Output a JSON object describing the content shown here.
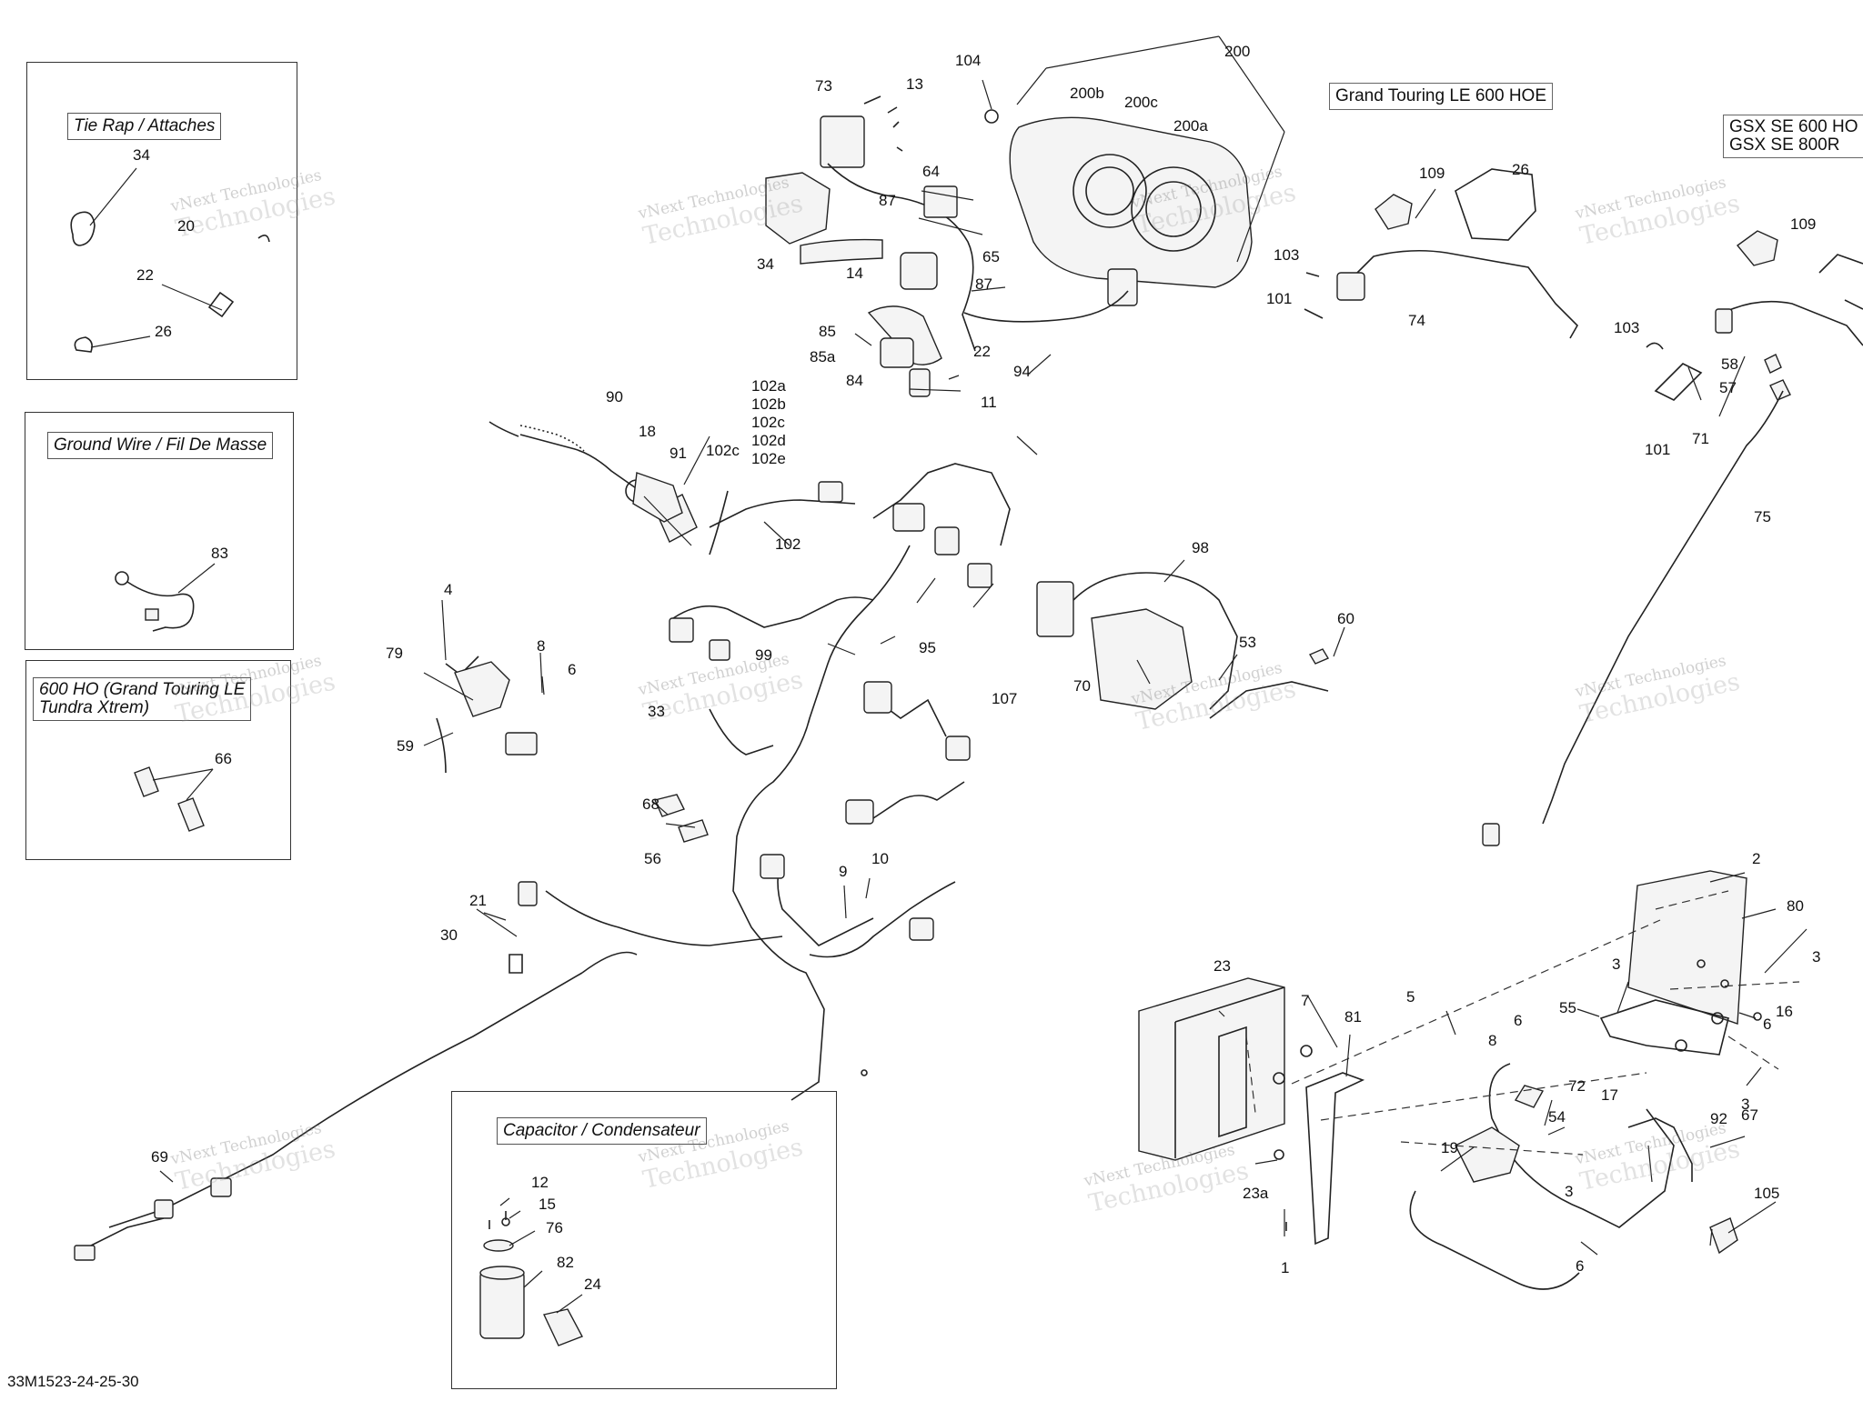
{
  "document_id": "33M1523-24-25-30",
  "boxes": {
    "tie_rap": "Tie Rap / Attaches",
    "ground_wire": "Ground Wire / Fil De Masse",
    "ho600_line1": "600 HO (Grand Touring LE",
    "ho600_line2": "Tundra Xtrem)",
    "capacitor": "Capacitor / Condensateur"
  },
  "variants": {
    "grand_touring": "Grand Touring LE 600 HOE",
    "gsx_line1": "GSX SE 600 HO",
    "gsx_line2": "GSX SE 800R"
  },
  "watermark": {
    "line1": "vNext Technologies",
    "line2": "Technologies"
  },
  "callouts": [
    "34",
    "20",
    "22",
    "26",
    "83",
    "66",
    "73",
    "13",
    "104",
    "200",
    "200b",
    "200c",
    "200a",
    "64",
    "87",
    "65",
    "34",
    "14",
    "87",
    "85",
    "85a",
    "22",
    "84",
    "11",
    "94",
    "90",
    "18",
    "91",
    "102c",
    "102a",
    "102b",
    "102c",
    "102d",
    "102e",
    "102",
    "4",
    "79",
    "8",
    "6",
    "59",
    "95",
    "99",
    "33",
    "68",
    "56",
    "107",
    "21",
    "30",
    "9",
    "10",
    "98",
    "53",
    "60",
    "70",
    "109",
    "26",
    "103",
    "101",
    "74",
    "109",
    "103",
    "58",
    "57",
    "101",
    "71",
    "75",
    "2",
    "80",
    "3",
    "3",
    "16",
    "6",
    "67",
    "3",
    "23",
    "7",
    "81",
    "5",
    "6",
    "8",
    "55",
    "72",
    "54",
    "17",
    "92",
    "19",
    "23a",
    "1",
    "6",
    "3",
    "105",
    "69",
    "12",
    "15",
    "76",
    "82",
    "24"
  ]
}
